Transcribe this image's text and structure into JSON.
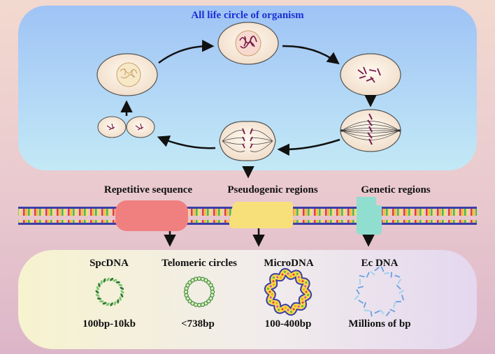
{
  "title": "All life circle of organism",
  "regions": {
    "repetitive": "Repetitive sequence",
    "pseudogenic": "Pseudogenic regions",
    "genetic": "Genetic regions"
  },
  "dna_types": [
    {
      "name": "SpcDNA",
      "size": "100bp-10kb"
    },
    {
      "name": "Telomeric circles",
      "size": "<738bp"
    },
    {
      "name": "MicroDNA",
      "size": "100-400bp"
    },
    {
      "name": "Ec DNA",
      "size": "Millions of bp"
    }
  ],
  "colors": {
    "title_text": "#1a2fd6",
    "top_panel_top": "#9fc3f5",
    "top_panel_bottom": "#bfe6f6",
    "repetitive_block": "#f08080",
    "pseudogenic_block": "#f7e07a",
    "genetic_block": "#8fded0",
    "dna_backbone": "#3b3ea8",
    "arrow": "#111111"
  },
  "icons": [
    "interphase-cell-icon",
    "prophase-cell-icon",
    "prometaphase-cell-icon",
    "metaphase-cell-icon",
    "anaphase-cell-icon",
    "daughter-cells-icon",
    "dna-helix-strip-icon",
    "spcdna-circle-icon",
    "telomeric-circle-icon",
    "microdna-circle-icon",
    "ecdna-circle-icon"
  ]
}
